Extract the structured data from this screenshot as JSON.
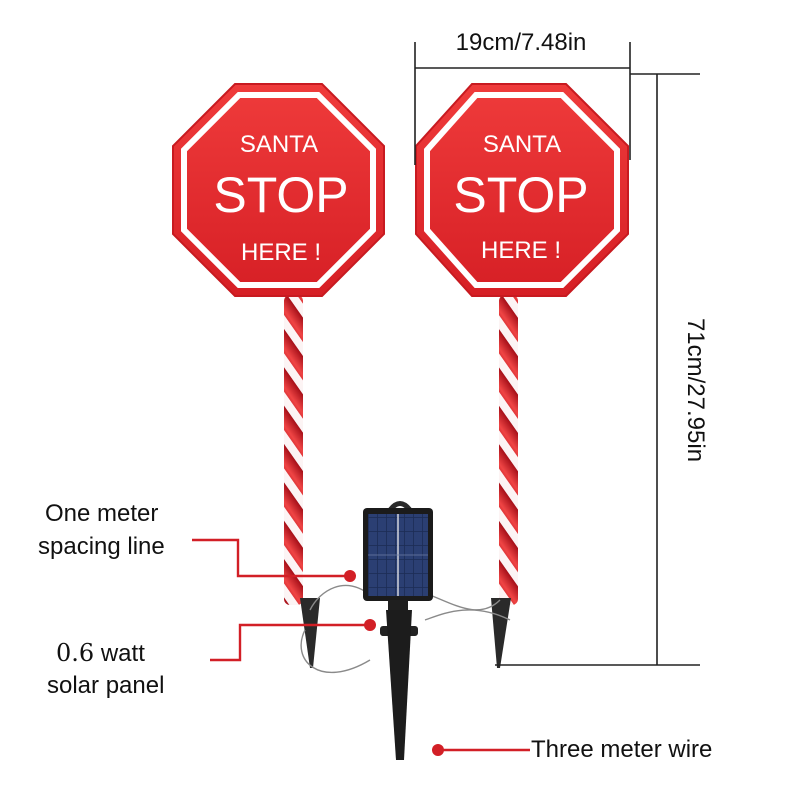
{
  "signs": [
    {
      "line1": "SANTA",
      "line2": "STOP",
      "line3": "HERE !"
    },
    {
      "line1": "SANTA",
      "line2": "STOP",
      "line3": "HERE !"
    }
  ],
  "dimensions": {
    "width": "19cm/7.48in",
    "height": "71cm/27.95in"
  },
  "callouts": {
    "spacing_line_1": "One meter",
    "spacing_line_2": "spacing line",
    "solar_num": "0.6",
    "solar_unit": "watt",
    "solar_line_2": "solar panel",
    "wire": "Three meter wire"
  },
  "colors": {
    "sign_red": "#dc2626",
    "callout_red": "#d21f26",
    "pole_white": "#ffffff",
    "panel_blue": "#1e2f55"
  }
}
